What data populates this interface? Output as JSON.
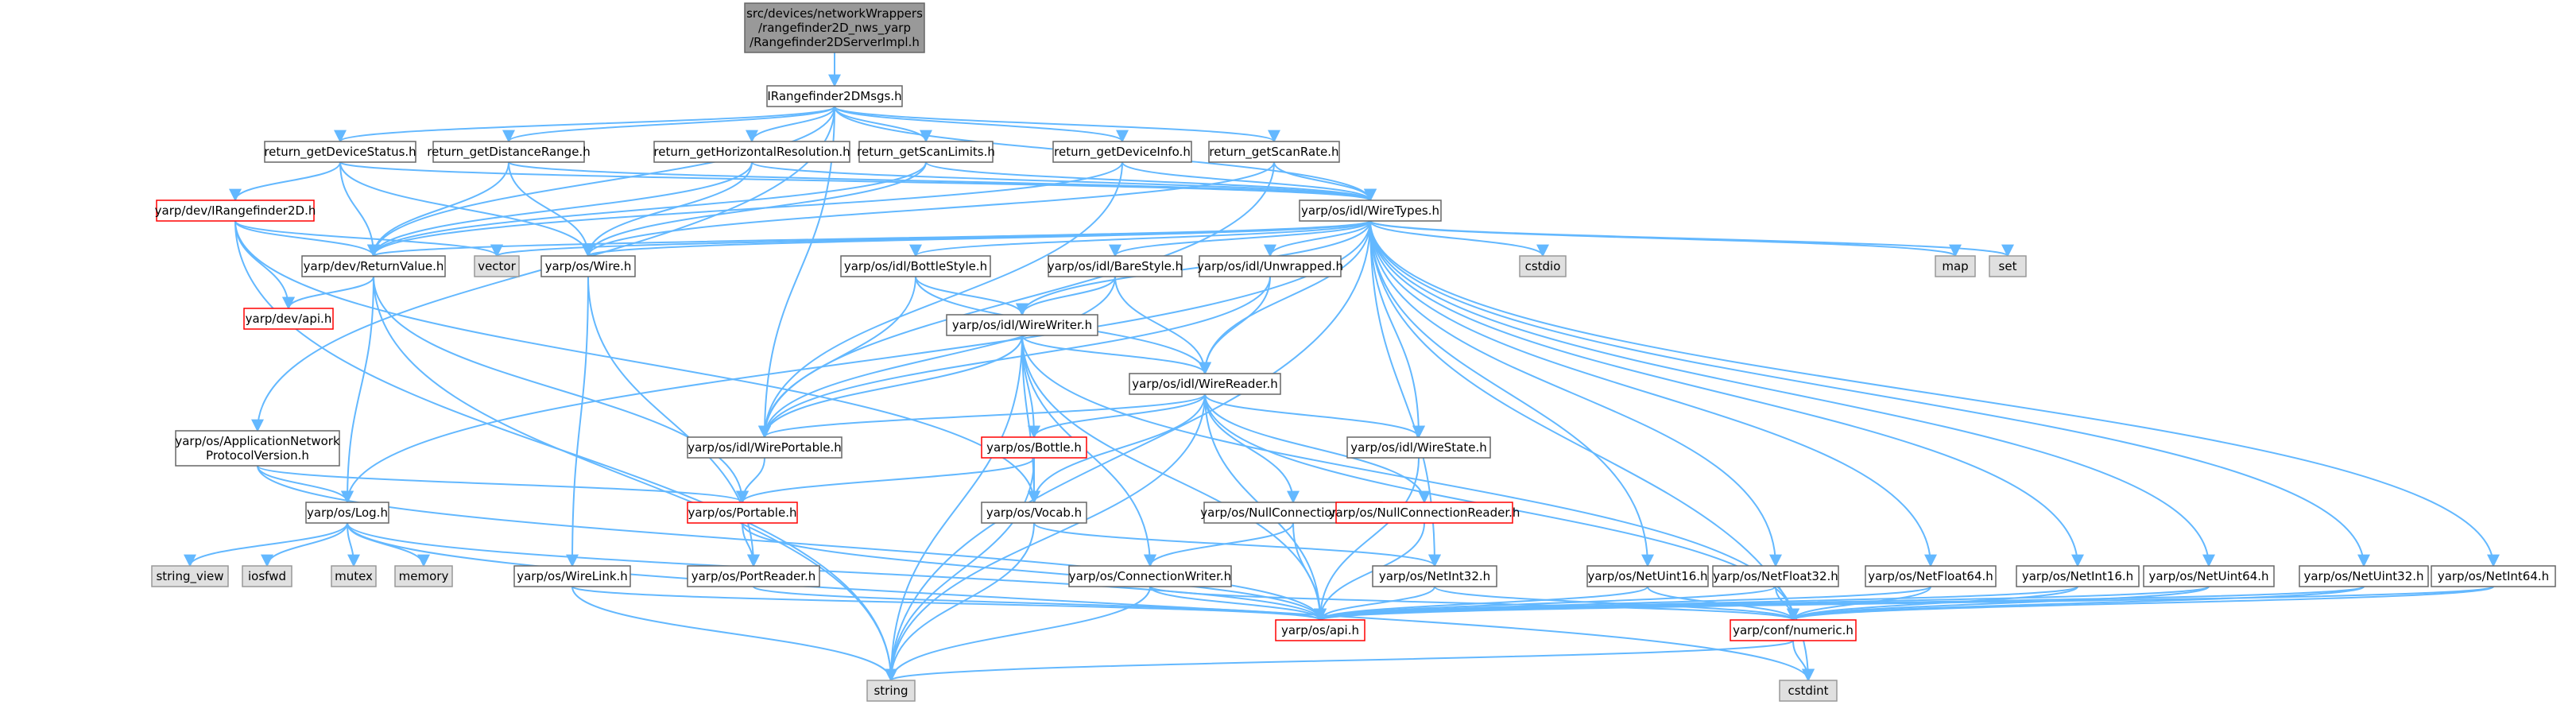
{
  "colors": {
    "edge": "#63b8ff",
    "node_fill": "#ffffff",
    "node_border": "#666666",
    "root_fill": "#999999",
    "external_fill": "#e0e0e0",
    "external_border": "#999999",
    "incomplete_border": "#ff0000"
  },
  "nodes": [
    {
      "id": "root",
      "label": "src/devices/networkWrappers\n/rangefinder2D_nws_yarp\n/Rangefinder2DServerImpl.h",
      "kind": "root"
    },
    {
      "id": "irmsgs",
      "label": "IRangefinder2DMsgs.h",
      "kind": "normal"
    },
    {
      "id": "devstatus",
      "label": "return_getDeviceStatus.h",
      "kind": "normal"
    },
    {
      "id": "distrange",
      "label": "return_getDistanceRange.h",
      "kind": "normal"
    },
    {
      "id": "horizres",
      "label": "return_getHorizontalResolution.h",
      "kind": "normal"
    },
    {
      "id": "scanlimits",
      "label": "return_getScanLimits.h",
      "kind": "normal"
    },
    {
      "id": "devinfo",
      "label": "return_getDeviceInfo.h",
      "kind": "normal"
    },
    {
      "id": "scanrate",
      "label": "return_getScanRate.h",
      "kind": "normal"
    },
    {
      "id": "irange",
      "label": "yarp/dev/IRangefinder2D.h",
      "kind": "incomplete"
    },
    {
      "id": "wiretypes",
      "label": "yarp/os/idl/WireTypes.h",
      "kind": "normal"
    },
    {
      "id": "returnvalue",
      "label": "yarp/dev/ReturnValue.h",
      "kind": "normal"
    },
    {
      "id": "vector",
      "label": "vector",
      "kind": "external"
    },
    {
      "id": "wire",
      "label": "yarp/os/Wire.h",
      "kind": "normal"
    },
    {
      "id": "bottlestyle",
      "label": "yarp/os/idl/BottleStyle.h",
      "kind": "normal"
    },
    {
      "id": "barestyle",
      "label": "yarp/os/idl/BareStyle.h",
      "kind": "normal"
    },
    {
      "id": "unwrapped",
      "label": "yarp/os/idl/Unwrapped.h",
      "kind": "normal"
    },
    {
      "id": "cstdio",
      "label": "cstdio",
      "kind": "external"
    },
    {
      "id": "map",
      "label": "map",
      "kind": "external"
    },
    {
      "id": "set",
      "label": "set",
      "kind": "external"
    },
    {
      "id": "devapi",
      "label": "yarp/dev/api.h",
      "kind": "incomplete"
    },
    {
      "id": "wirewriter",
      "label": "yarp/os/idl/WireWriter.h",
      "kind": "normal"
    },
    {
      "id": "wirereader",
      "label": "yarp/os/idl/WireReader.h",
      "kind": "normal"
    },
    {
      "id": "appnet",
      "label": "yarp/os/ApplicationNetwork\nProtocolVersion.h",
      "kind": "normal"
    },
    {
      "id": "wireportable",
      "label": "yarp/os/idl/WirePortable.h",
      "kind": "normal"
    },
    {
      "id": "bottle",
      "label": "yarp/os/Bottle.h",
      "kind": "incomplete"
    },
    {
      "id": "wirestate",
      "label": "yarp/os/idl/WireState.h",
      "kind": "normal"
    },
    {
      "id": "log",
      "label": "yarp/os/Log.h",
      "kind": "normal"
    },
    {
      "id": "portable",
      "label": "yarp/os/Portable.h",
      "kind": "incomplete"
    },
    {
      "id": "vocab",
      "label": "yarp/os/Vocab.h",
      "kind": "normal"
    },
    {
      "id": "nullconnwriter",
      "label": "yarp/os/NullConnectionWriter.h",
      "kind": "normal"
    },
    {
      "id": "nullconnreader",
      "label": "yarp/os/NullConnectionReader.h",
      "kind": "incomplete"
    },
    {
      "id": "string_view",
      "label": "string_view",
      "kind": "external"
    },
    {
      "id": "iosfwd",
      "label": "iosfwd",
      "kind": "external"
    },
    {
      "id": "mutex",
      "label": "mutex",
      "kind": "external"
    },
    {
      "id": "memory",
      "label": "memory",
      "kind": "external"
    },
    {
      "id": "wirelink",
      "label": "yarp/os/WireLink.h",
      "kind": "normal"
    },
    {
      "id": "portreader",
      "label": "yarp/os/PortReader.h",
      "kind": "normal"
    },
    {
      "id": "connwriter",
      "label": "yarp/os/ConnectionWriter.h",
      "kind": "normal"
    },
    {
      "id": "netint32",
      "label": "yarp/os/NetInt32.h",
      "kind": "normal"
    },
    {
      "id": "netuint16",
      "label": "yarp/os/NetUint16.h",
      "kind": "normal"
    },
    {
      "id": "netfloat32",
      "label": "yarp/os/NetFloat32.h",
      "kind": "normal"
    },
    {
      "id": "netfloat64",
      "label": "yarp/os/NetFloat64.h",
      "kind": "normal"
    },
    {
      "id": "netint16",
      "label": "yarp/os/NetInt16.h",
      "kind": "normal"
    },
    {
      "id": "netuint64",
      "label": "yarp/os/NetUint64.h",
      "kind": "normal"
    },
    {
      "id": "netuint32",
      "label": "yarp/os/NetUint32.h",
      "kind": "normal"
    },
    {
      "id": "netint64",
      "label": "yarp/os/NetInt64.h",
      "kind": "normal"
    },
    {
      "id": "osapi",
      "label": "yarp/os/api.h",
      "kind": "incomplete"
    },
    {
      "id": "numeric",
      "label": "yarp/conf/numeric.h",
      "kind": "incomplete"
    },
    {
      "id": "string",
      "label": "string",
      "kind": "external"
    },
    {
      "id": "cstdint",
      "label": "cstdint",
      "kind": "external"
    }
  ],
  "edges": [
    [
      "root",
      "irmsgs"
    ],
    [
      "irmsgs",
      "devstatus"
    ],
    [
      "irmsgs",
      "distrange"
    ],
    [
      "irmsgs",
      "horizres"
    ],
    [
      "irmsgs",
      "scanlimits"
    ],
    [
      "irmsgs",
      "devinfo"
    ],
    [
      "irmsgs",
      "scanrate"
    ],
    [
      "irmsgs",
      "wiretypes"
    ],
    [
      "irmsgs",
      "returnvalue"
    ],
    [
      "irmsgs",
      "appnet"
    ],
    [
      "irmsgs",
      "wireportable"
    ],
    [
      "devstatus",
      "irange"
    ],
    [
      "devstatus",
      "returnvalue"
    ],
    [
      "devstatus",
      "wire"
    ],
    [
      "devstatus",
      "wiretypes"
    ],
    [
      "distrange",
      "returnvalue"
    ],
    [
      "distrange",
      "wire"
    ],
    [
      "distrange",
      "wiretypes"
    ],
    [
      "horizres",
      "returnvalue"
    ],
    [
      "horizres",
      "wire"
    ],
    [
      "horizres",
      "wiretypes"
    ],
    [
      "scanlimits",
      "returnvalue"
    ],
    [
      "scanlimits",
      "wire"
    ],
    [
      "scanlimits",
      "wiretypes"
    ],
    [
      "devinfo",
      "returnvalue"
    ],
    [
      "devinfo",
      "wiretypes"
    ],
    [
      "devinfo",
      "wireportable"
    ],
    [
      "scanrate",
      "wire"
    ],
    [
      "scanrate",
      "wiretypes"
    ],
    [
      "scanrate",
      "wireportable"
    ],
    [
      "irange",
      "returnvalue"
    ],
    [
      "irange",
      "vector"
    ],
    [
      "irange",
      "devapi"
    ],
    [
      "irange",
      "string"
    ],
    [
      "irange",
      "vocab"
    ],
    [
      "returnvalue",
      "devapi"
    ],
    [
      "returnvalue",
      "log"
    ],
    [
      "returnvalue",
      "portable"
    ],
    [
      "returnvalue",
      "string"
    ],
    [
      "wiretypes",
      "returnvalue"
    ],
    [
      "wiretypes",
      "vector"
    ],
    [
      "wiretypes",
      "wire"
    ],
    [
      "wiretypes",
      "bottlestyle"
    ],
    [
      "wiretypes",
      "barestyle"
    ],
    [
      "wiretypes",
      "unwrapped"
    ],
    [
      "wiretypes",
      "cstdio"
    ],
    [
      "wiretypes",
      "map"
    ],
    [
      "wiretypes",
      "set"
    ],
    [
      "wiretypes",
      "string"
    ],
    [
      "wiretypes",
      "wirewriter"
    ],
    [
      "wiretypes",
      "wirereader"
    ],
    [
      "wiretypes",
      "wirestate"
    ],
    [
      "wiretypes",
      "log"
    ],
    [
      "wiretypes",
      "netint32"
    ],
    [
      "wiretypes",
      "netuint16"
    ],
    [
      "wiretypes",
      "netfloat32"
    ],
    [
      "wiretypes",
      "netfloat64"
    ],
    [
      "wiretypes",
      "netint16"
    ],
    [
      "wiretypes",
      "netuint64"
    ],
    [
      "wiretypes",
      "netuint32"
    ],
    [
      "wiretypes",
      "netint64"
    ],
    [
      "wiretypes",
      "cstdint"
    ],
    [
      "wire",
      "wirelink"
    ],
    [
      "wire",
      "portreader"
    ],
    [
      "bottlestyle",
      "wireportable"
    ],
    [
      "bottlestyle",
      "wirewriter"
    ],
    [
      "bottlestyle",
      "wirereader"
    ],
    [
      "barestyle",
      "wireportable"
    ],
    [
      "barestyle",
      "wirewriter"
    ],
    [
      "barestyle",
      "wirereader"
    ],
    [
      "unwrapped",
      "wireportable"
    ],
    [
      "unwrapped",
      "wirereader"
    ],
    [
      "wirewriter",
      "wirereader"
    ],
    [
      "wirewriter",
      "wireportable"
    ],
    [
      "wirewriter",
      "bottle"
    ],
    [
      "wirewriter",
      "vocab"
    ],
    [
      "wirewriter",
      "string"
    ],
    [
      "wirewriter",
      "connwriter"
    ],
    [
      "wirewriter",
      "osapi"
    ],
    [
      "wirewriter",
      "numeric"
    ],
    [
      "wirereader",
      "wireportable"
    ],
    [
      "wirereader",
      "bottle"
    ],
    [
      "wirereader",
      "wirestate"
    ],
    [
      "wirereader",
      "vocab"
    ],
    [
      "wirereader",
      "nullconnwriter"
    ],
    [
      "wirereader",
      "nullconnreader"
    ],
    [
      "wirereader",
      "string"
    ],
    [
      "wirereader",
      "osapi"
    ],
    [
      "wirereader",
      "numeric"
    ],
    [
      "appnet",
      "log"
    ],
    [
      "appnet",
      "portable"
    ],
    [
      "appnet",
      "osapi"
    ],
    [
      "wireportable",
      "portable"
    ],
    [
      "bottle",
      "portable"
    ],
    [
      "bottle",
      "vocab"
    ],
    [
      "bottle",
      "string"
    ],
    [
      "wirestate",
      "osapi"
    ],
    [
      "log",
      "string_view"
    ],
    [
      "log",
      "iosfwd"
    ],
    [
      "log",
      "mutex"
    ],
    [
      "log",
      "memory"
    ],
    [
      "log",
      "osapi"
    ],
    [
      "log",
      "cstdint"
    ],
    [
      "portable",
      "portreader"
    ],
    [
      "portable",
      "osapi"
    ],
    [
      "vocab",
      "netint32"
    ],
    [
      "vocab",
      "string"
    ],
    [
      "nullconnwriter",
      "connwriter"
    ],
    [
      "nullconnwriter",
      "osapi"
    ],
    [
      "nullconnreader",
      "osapi"
    ],
    [
      "wirelink",
      "osapi"
    ],
    [
      "wirelink",
      "string"
    ],
    [
      "portreader",
      "osapi"
    ],
    [
      "connwriter",
      "osapi"
    ],
    [
      "connwriter",
      "numeric"
    ],
    [
      "connwriter",
      "string"
    ],
    [
      "netint32",
      "osapi"
    ],
    [
      "netint32",
      "numeric"
    ],
    [
      "netuint16",
      "osapi"
    ],
    [
      "netuint16",
      "numeric"
    ],
    [
      "netfloat32",
      "osapi"
    ],
    [
      "netfloat32",
      "numeric"
    ],
    [
      "netfloat64",
      "osapi"
    ],
    [
      "netfloat64",
      "numeric"
    ],
    [
      "netint16",
      "osapi"
    ],
    [
      "netint16",
      "numeric"
    ],
    [
      "netuint64",
      "osapi"
    ],
    [
      "netuint64",
      "numeric"
    ],
    [
      "netuint32",
      "osapi"
    ],
    [
      "netuint32",
      "numeric"
    ],
    [
      "netint64",
      "osapi"
    ],
    [
      "netint64",
      "numeric"
    ],
    [
      "numeric",
      "string"
    ],
    [
      "numeric",
      "cstdint"
    ]
  ]
}
